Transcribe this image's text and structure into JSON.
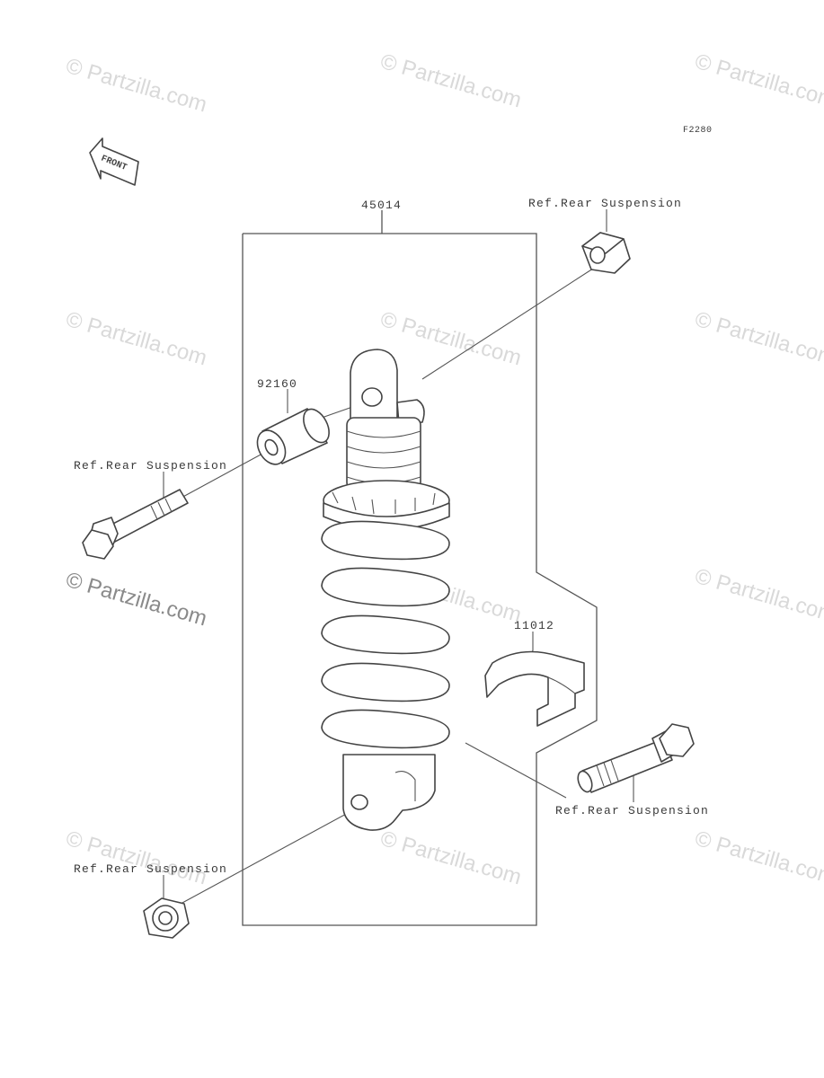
{
  "diagram_code": "F2280",
  "watermark_text": "© Partzilla.com",
  "front_label": "FRONT",
  "callouts": {
    "shock_absorber": "45014",
    "collar": "92160",
    "clamp": "11012",
    "ref_top_nut": "Ref.Rear Suspension",
    "ref_left_bolt": "Ref.Rear Suspension",
    "ref_right_bolt": "Ref.Rear Suspension",
    "ref_bottom_nut": "Ref.Rear Suspension"
  }
}
